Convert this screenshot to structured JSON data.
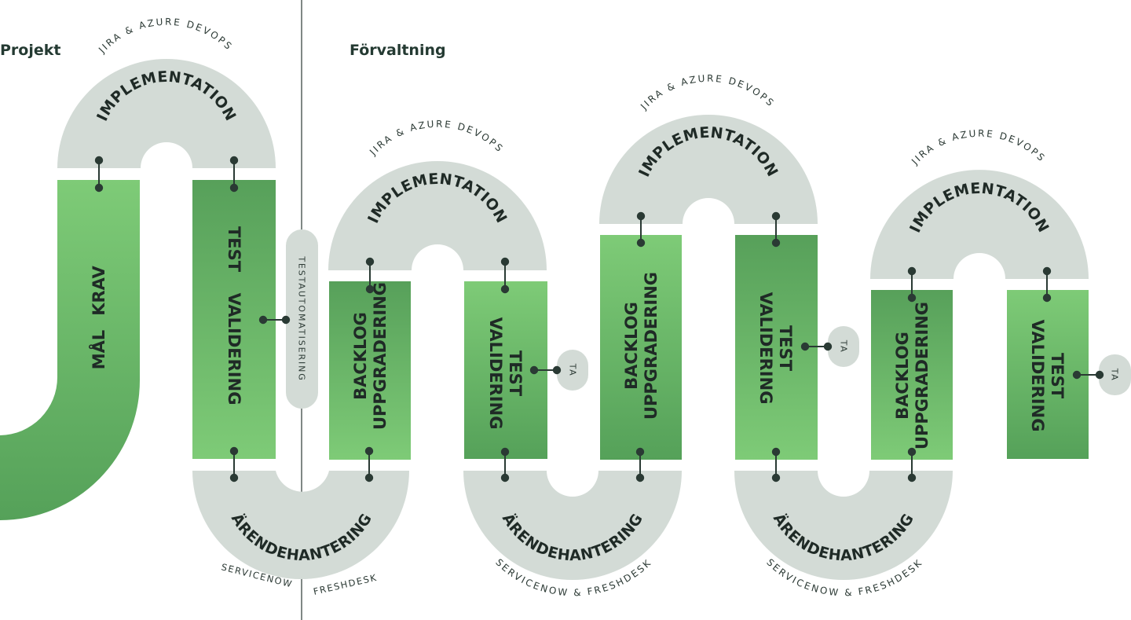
{
  "headers": {
    "projekt": "Projekt",
    "forvaltning": "Förvaltning"
  },
  "labels": {
    "implementation": "IMPLEMENTATION",
    "arende": "ÄRENDEHANTERING",
    "jira": "JIRA & AZURE DEVOPS",
    "servicenow": "SERVICENOW",
    "freshdesk": "FRESHDESK",
    "servicenow_freshdesk": "SERVICENOW & FRESHDESK",
    "testautomatisering": "TESTAUTOMATISERING",
    "ta": "TA"
  },
  "columns": {
    "c0_line1": "MÅL",
    "c0_line2": "KRAV",
    "test_line1": "TEST",
    "test_line2": "VALIDERING",
    "backlog_line1": "BACKLOG",
    "backlog_line2": "UPPGRADERING"
  },
  "colors": {
    "arc": "#d3dbd6",
    "green_light": "#7ecb77",
    "green_dark": "#57a05a",
    "connector": "#2a3a34"
  }
}
